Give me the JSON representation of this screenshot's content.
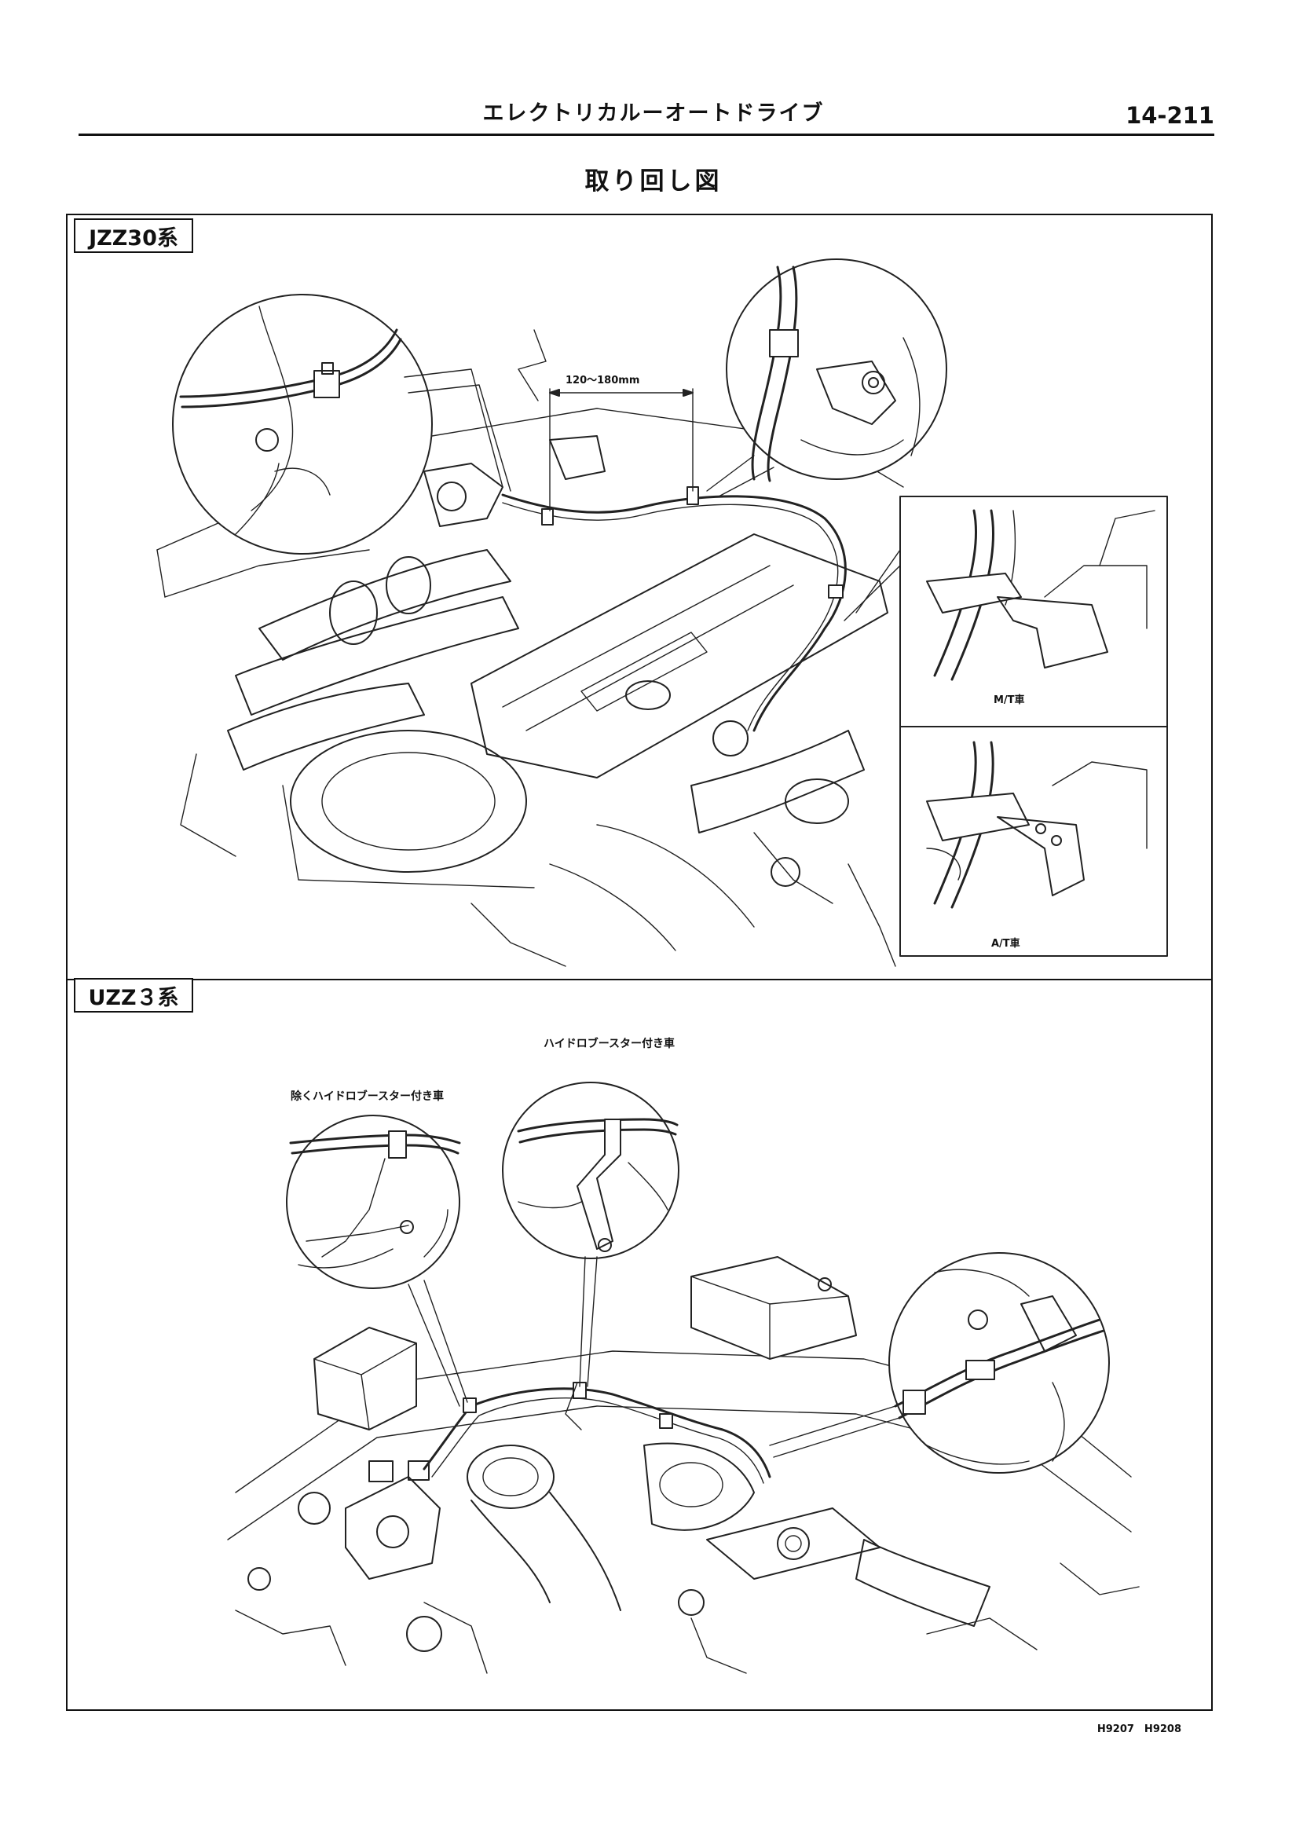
{
  "header": {
    "title": "エレクトリカルーオートドライブ",
    "page_number": "14-211"
  },
  "section_title": "取り回し図",
  "upper": {
    "tag": "JZZ30系",
    "dimension": "120～180mm",
    "inset_mt_label": "M/T車",
    "inset_at_label": "A/T車"
  },
  "lower": {
    "tag": "UZZ３系",
    "label_with_booster": "ハイドロブースター付き車",
    "label_without_booster": "除くハイドロブースター付き車"
  },
  "figure_codes": "H9207　H9208"
}
